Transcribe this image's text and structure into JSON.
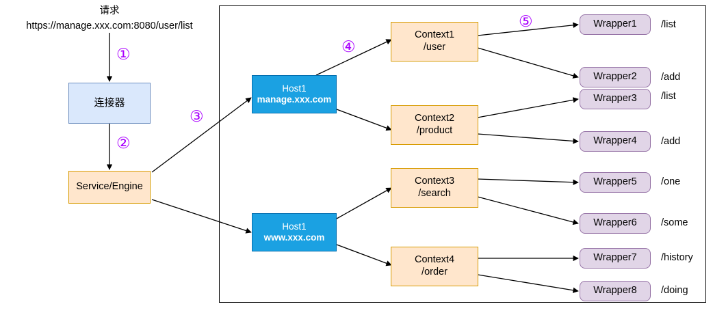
{
  "diagram": {
    "title_text": "请求",
    "request_url": "https://manage.xxx.com:8080/user/list",
    "colors": {
      "connector_fill": "#dae8fc",
      "connector_stroke": "#6c8ebf",
      "engine_fill": "#ffe6cc",
      "engine_stroke": "#d79b00",
      "host_fill": "#1ba1e2",
      "host_stroke": "#006eaf",
      "context_fill": "#ffe6cc",
      "context_stroke": "#d79b00",
      "wrapper_fill": "#e1d5e7",
      "wrapper_stroke": "#9673a6",
      "step_number": "#aa00ff",
      "edge": "#000000",
      "container_border": "#000000"
    }
  },
  "nodes": {
    "connector": {
      "label": "连接器"
    },
    "engine": {
      "label": "Service/Engine"
    },
    "hosts": [
      {
        "line1": "Host1",
        "line2": "manage.xxx.com"
      },
      {
        "line1": "Host1",
        "line2": "www.xxx.com"
      }
    ],
    "contexts": [
      {
        "line1": "Context1",
        "line2": "/user"
      },
      {
        "line1": "Context2",
        "line2": "/product"
      },
      {
        "line1": "Context3",
        "line2": "/search"
      },
      {
        "line1": "Context4",
        "line2": "/order"
      }
    ],
    "wrappers": [
      {
        "label": "Wrapper1",
        "path": "/list"
      },
      {
        "label": "Wrapper2",
        "path": "/add"
      },
      {
        "label": "Wrapper3",
        "path": "/list"
      },
      {
        "label": "Wrapper4",
        "path": "/add"
      },
      {
        "label": "Wrapper5",
        "path": "/one"
      },
      {
        "label": "Wrapper6",
        "path": "/some"
      },
      {
        "label": "Wrapper7",
        "path": "/history"
      },
      {
        "label": "Wrapper8",
        "path": "/doing"
      }
    ]
  },
  "steps": [
    {
      "label": "①"
    },
    {
      "label": "②"
    },
    {
      "label": "③"
    },
    {
      "label": "④"
    },
    {
      "label": "⑤"
    }
  ]
}
